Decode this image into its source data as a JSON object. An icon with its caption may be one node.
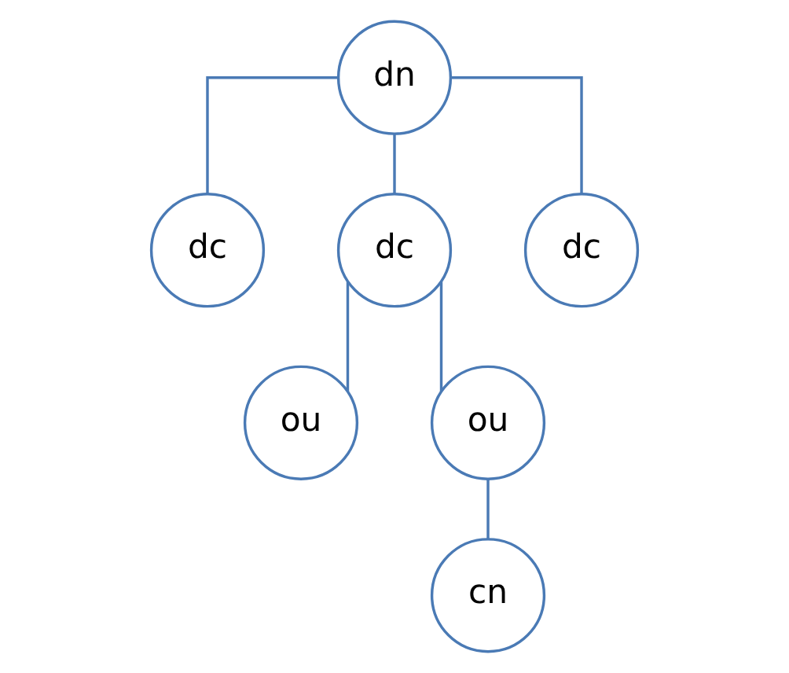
{
  "diagram": {
    "nodes": [
      {
        "text": [
          "dn"
        ]
      },
      {
        "text": [
          "dc"
        ]
      },
      {
        "text": [
          "dc"
        ]
      },
      {
        "text": [
          "dc"
        ]
      },
      {
        "text": [
          "ou"
        ]
      },
      {
        "text": [
          "ou"
        ]
      },
      {
        "text": [
          "cn"
        ]
      }
    ],
    "edges": [
      {
        "from": 0,
        "to": 1,
        "arrow": "none"
      },
      {
        "from": 0,
        "to": 2,
        "arrow": "none"
      },
      {
        "from": 0,
        "to": 3,
        "arrow": "none"
      },
      {
        "from": 2,
        "to": 4,
        "arrow": "none"
      },
      {
        "from": 2,
        "to": 5,
        "arrow": "none"
      },
      {
        "from": 5,
        "to": 6,
        "arrow": "none"
      }
    ]
  }
}
